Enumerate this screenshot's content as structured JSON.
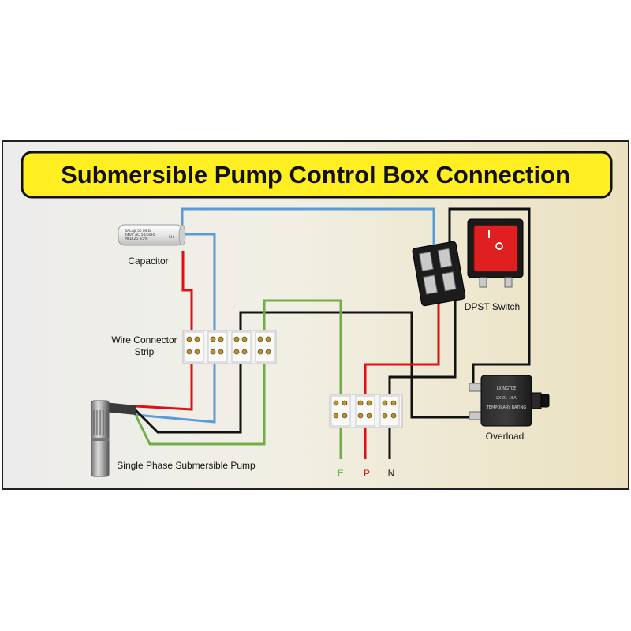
{
  "title": "Submersible Pump Control Box Connection",
  "labels": {
    "capacitor": "Capacitor",
    "connector_strip_line1": "Wire Connector",
    "connector_strip_line2": "Strip",
    "dpst_switch": "DPST Switch",
    "overload": "Overload",
    "pump": "Single Phase Submersible Pump",
    "earth": "E",
    "phase": "P",
    "neutral": "N"
  },
  "component_markings": {
    "capacitor_lines": [
      "BALAJI 50 MFD",
      "440V AC 50/60Hz",
      "MFD 25 ±5%",
      "SH"
    ],
    "overload_brand": "LXINGTCE",
    "overload_model": "LX-01 15A",
    "overload_text": "TEMPORARY RATING"
  },
  "colors": {
    "title_bar_fill": "#ffee22",
    "red_wire": "#dd1111",
    "blue_wire": "#5b9bd5",
    "green_wire": "#70ad47",
    "black_wire": "#111111",
    "switch_button": "#e02020"
  }
}
